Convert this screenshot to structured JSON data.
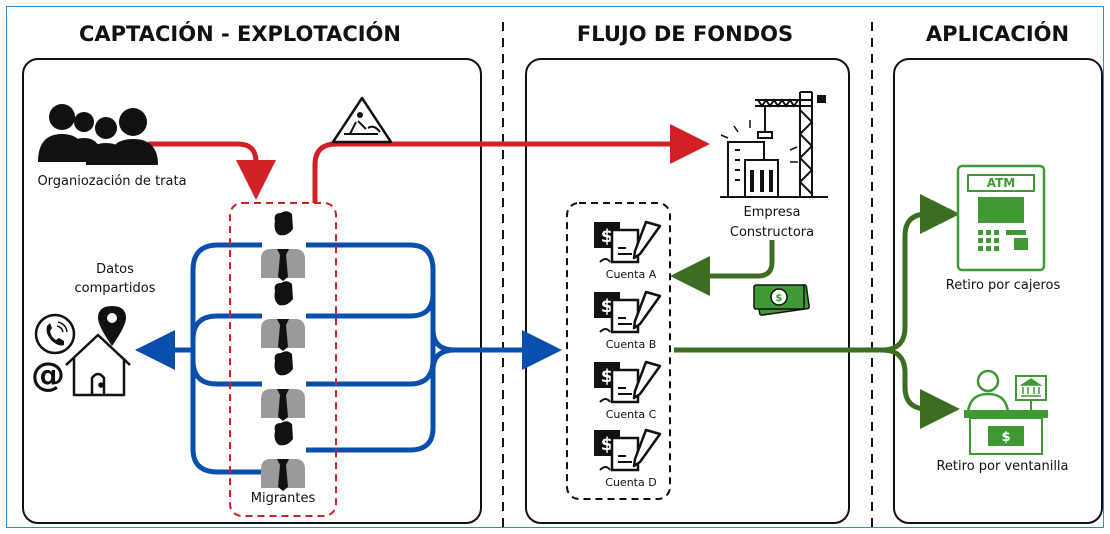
{
  "sections": {
    "captacion": "CAPTACIÓN - EXPLOTACIÓN",
    "flujo": "FLUJO DE FONDOS",
    "aplicacion": "APLICACIÓN"
  },
  "labels": {
    "organizacion": "Organiozación de trata",
    "datos_line1": "Datos",
    "datos_line2": "compartidos",
    "migrantes": "Migrantes",
    "empresa_line1": "Empresa",
    "empresa_line2": "Constructora",
    "retiro_cajeros": "Retiro por cajeros",
    "retiro_ventanilla": "Retiro por ventanilla",
    "atm": "ATM",
    "at_symbol": "@",
    "dollar": "$"
  },
  "accounts": [
    "Cuenta A",
    "Cuenta B",
    "Cuenta C",
    "Cuenta D"
  ],
  "colors": {
    "red": "#d01f25",
    "blue": "#0b4fae",
    "green": "#3b6e22",
    "icon_green": "#3f9a35",
    "dark": "#111111"
  },
  "icons": [
    "group-icon",
    "construction-sign-icon",
    "crane-building-icon",
    "migrant-icon",
    "phone-icon",
    "location-pin-icon",
    "at-icon",
    "house-icon",
    "check-icon",
    "money-icon",
    "atm-icon",
    "bank-teller-icon"
  ]
}
